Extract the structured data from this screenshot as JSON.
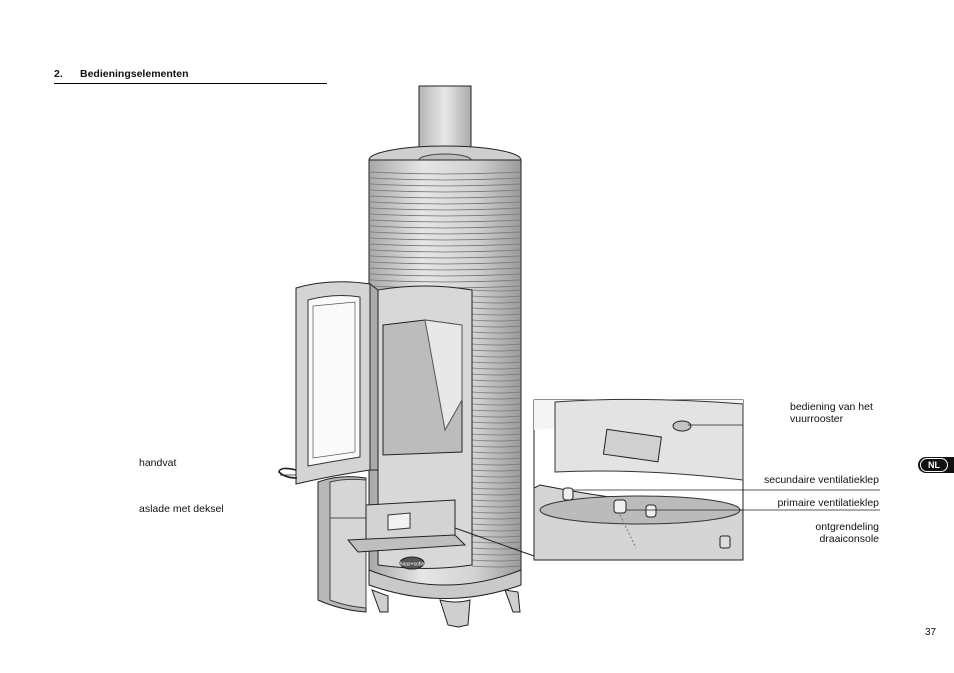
{
  "section": {
    "number": "2.",
    "title": "Bedieningselementen"
  },
  "labels": {
    "handvat": "handvat",
    "aslade": "aslade met deksel",
    "bediening_line1": "bediening van het",
    "bediening_line2": "vuurrooster",
    "secundaire": "secundaire ventilatieklep",
    "primaire": "primaire ventilatieklep",
    "ontgrendeling_line1": "ontgrendeling",
    "ontgrendeling_line2": "draaiconsole"
  },
  "brand_logo": "haas+sohn",
  "language_badge": "NL",
  "page_number": "37",
  "colors": {
    "stove_fill": "#d9d9d9",
    "stove_dark": "#8a8a8a",
    "line": "#222222"
  }
}
